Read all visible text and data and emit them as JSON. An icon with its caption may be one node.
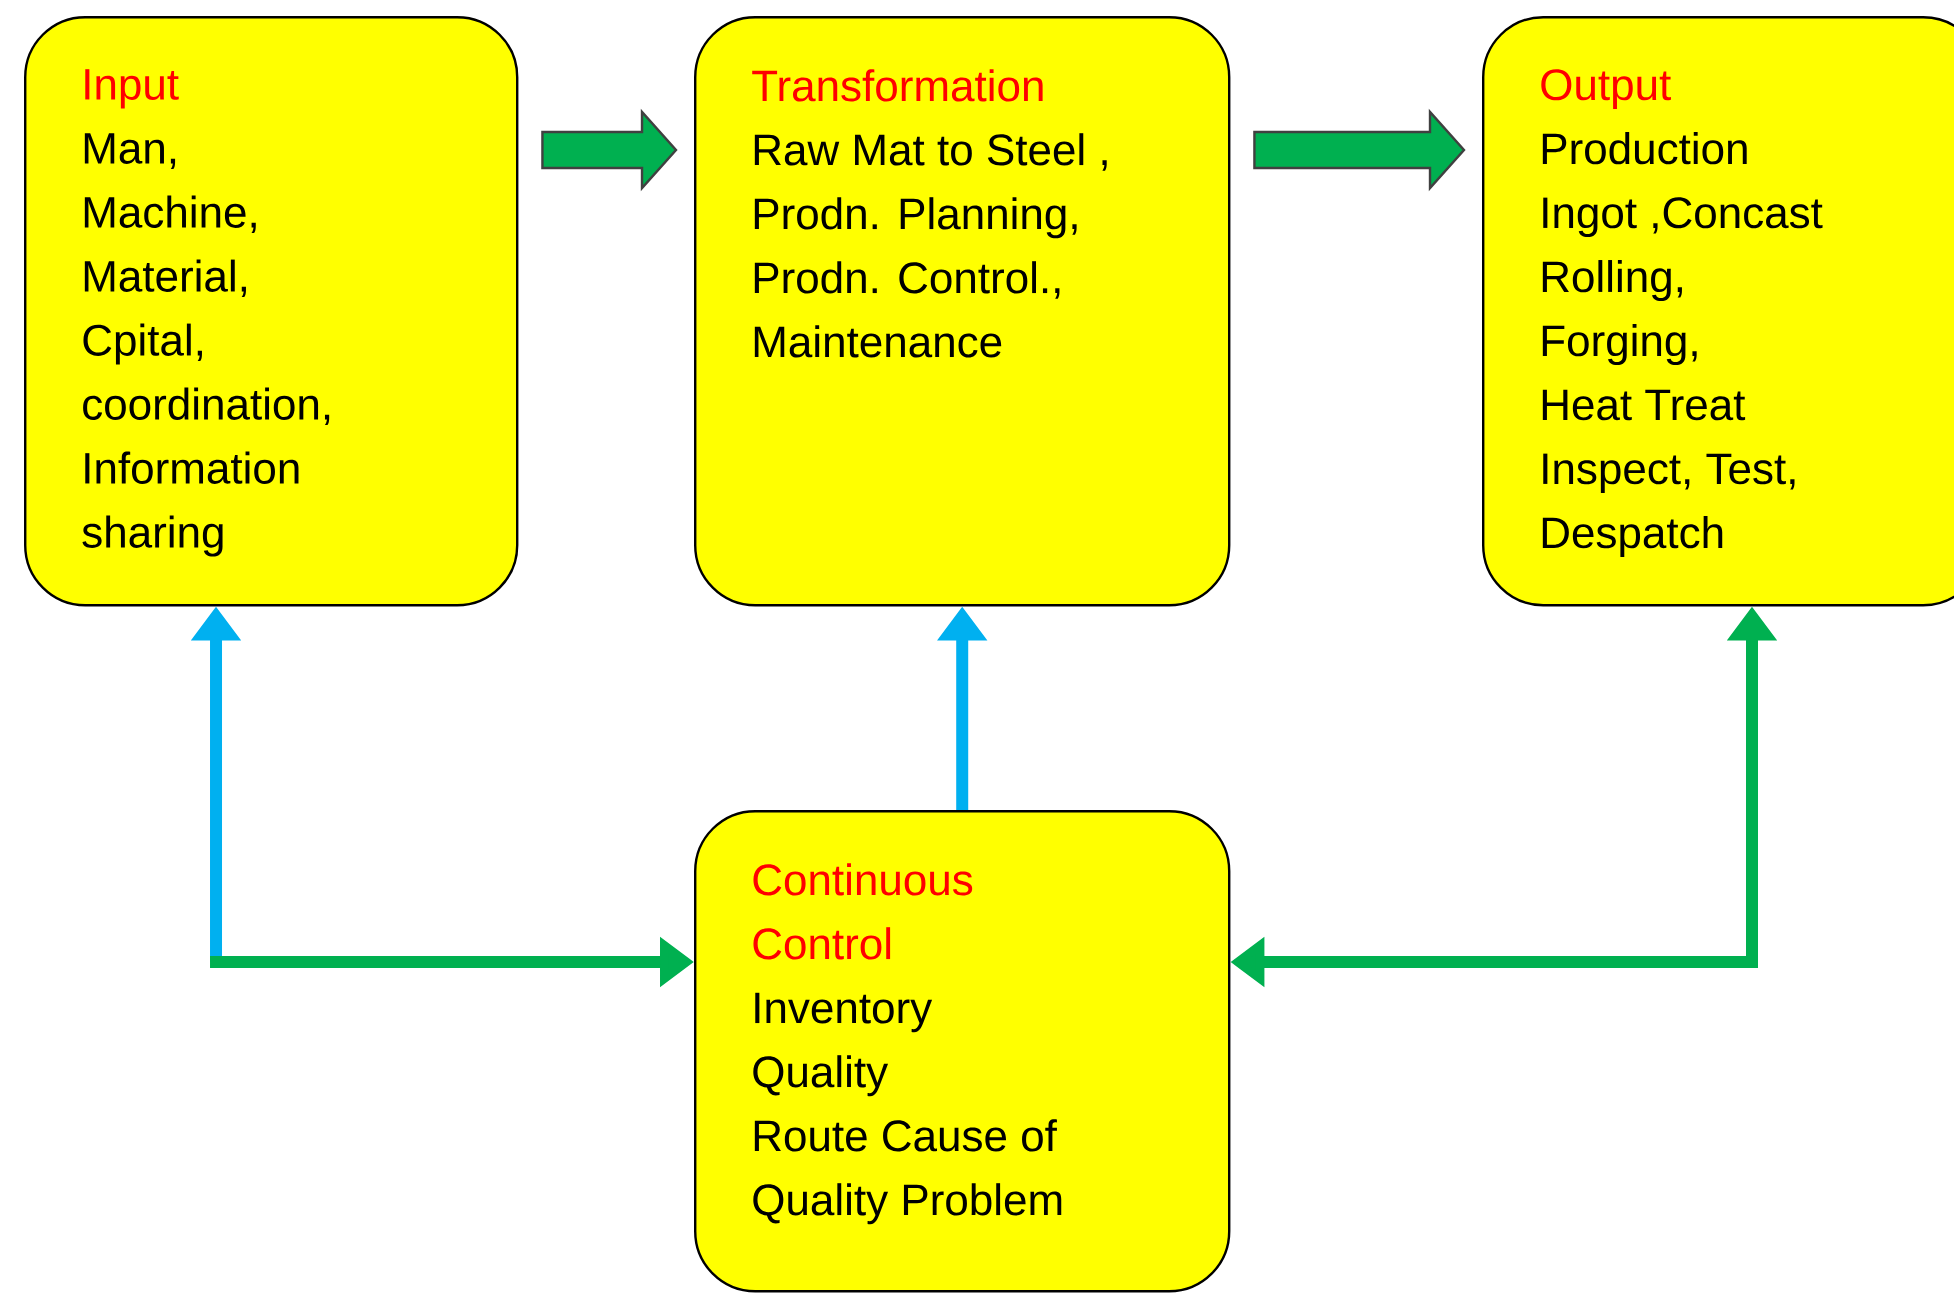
{
  "diagram": {
    "nodes": [
      {
        "text": [
          "Input",
          "Man,",
          "Machine,",
          "Material,",
          "Cpital,",
          "coordination,",
          "Information sharing"
        ]
      },
      {
        "text": [
          "Transformation",
          "Raw Mat to Steel ,",
          "Prodn. Planning,",
          "Prodn. Control.,",
          "Maintenance"
        ]
      },
      {
        "text": [
          "Output",
          "Production",
          "Ingot ,Concast",
          "Rolling,",
          "Forging,",
          "Heat Treat",
          "Inspect, Test,",
          "Despatch"
        ]
      },
      {
        "text": [
          "Continuous Control",
          "Inventory",
          "Quality",
          "Route Cause of Quality Problem"
        ]
      }
    ],
    "edges": [
      {
        "from": 0,
        "to": 1,
        "arrow": "to",
        "style": "thick",
        "color": "#00b050"
      },
      {
        "from": 1,
        "to": 2,
        "arrow": "to",
        "style": "thick",
        "color": "#00b050"
      },
      {
        "from": 3,
        "to": 1,
        "arrow": "to",
        "color": "#00b0f0"
      },
      {
        "from": null,
        "to": 0,
        "arrow": "to",
        "color": "#00b0f0"
      },
      {
        "from": 3,
        "to": 2,
        "arrow": "both",
        "color": "#00b050"
      },
      {
        "from": null,
        "to": 3,
        "arrow": "to",
        "color": "#00b050"
      }
    ]
  }
}
